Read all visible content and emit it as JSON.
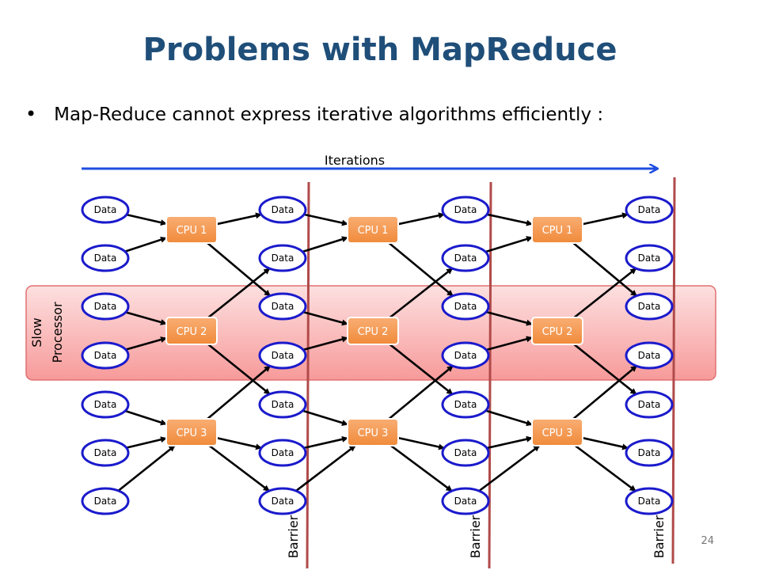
{
  "slide": {
    "title": "Problems with MapReduce",
    "bullet": "Map-Reduce cannot express iterative algorithms efficiently :",
    "page_number": "24"
  },
  "diagram": {
    "iterations_label": "Iterations",
    "data_label": "Data",
    "cpu_labels": [
      "CPU 1",
      "CPU 2",
      "CPU 3"
    ],
    "slow_label_line1": "Slow",
    "slow_label_line2": "Processor",
    "barrier_label": "Barrier",
    "colors": {
      "data_border": "#1a1acc",
      "cpu_fill": "#f79646",
      "arrow": "#000000",
      "iterations_arrow": "#1f4ee0",
      "barrier_line": "#b14a4a",
      "slow_band": "#f8b4b4"
    }
  }
}
